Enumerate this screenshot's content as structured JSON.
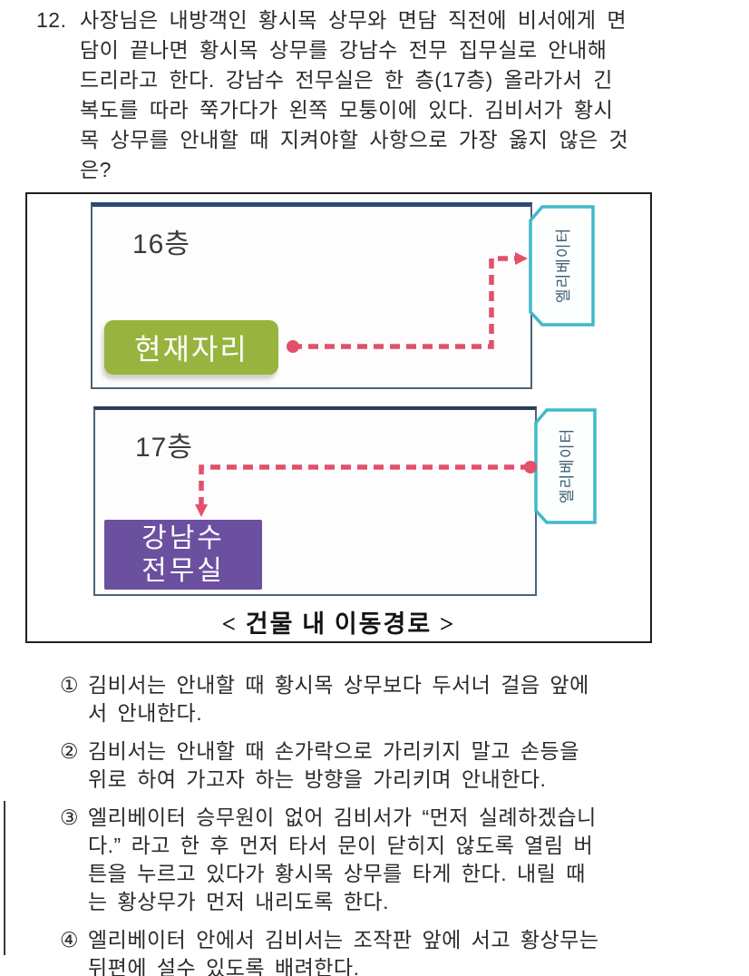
{
  "question": {
    "number": "12.",
    "lines": [
      "사장님은 내방객인 황시목 상무와 면담 직전에 비서에게 면",
      "담이 끝나면 황시목 상무를 강남수 전무 집무실로 안내해",
      "드리라고 한다. 강남수 전무실은 한 층(17층) 올라가서 긴",
      "복도를 따라 쭉가다가 왼쪽 모퉁이에 있다. 김비서가 황시",
      "목 상무를 안내할 때 지켜야할 사항으로 가장 옳지 않은 것",
      "은?"
    ]
  },
  "figure": {
    "caption": "< 건물 내 이동경로 >",
    "floor16": {
      "label": "16층",
      "room": "현재자리",
      "elevator": "엘리베이터"
    },
    "floor17": {
      "label": "17층",
      "room_lines": [
        "강남수",
        "전무실"
      ],
      "elevator": "엘리베이터"
    },
    "colors": {
      "route_red": "#e2506a",
      "current_green": "#99b43e",
      "dest_purple": "#6b50a0",
      "elevator_teal": "#3fbac9",
      "floor_border": "#4c6379",
      "floor_top_border": "#2c4a72"
    }
  },
  "options": [
    {
      "num": "①",
      "lines": [
        "김비서는 안내할 때 황시목 상무보다 두서너 걸음 앞에",
        "서 안내한다."
      ]
    },
    {
      "num": "②",
      "lines": [
        "김비서는 안내할 때 손가락으로 가리키지 말고 손등을",
        "위로 하여 가고자 하는 방향을 가리키며 안내한다."
      ]
    },
    {
      "num": "③",
      "lines": [
        "엘리베이터 승무원이 없어 김비서가 “먼저 실례하겠습니",
        "다.” 라고 한 후 먼저 타서 문이 닫히지 않도록 열림 버",
        "튼을 누르고 있다가 황시목 상무를 타게 한다. 내릴 때",
        "는 황상무가 먼저 내리도록 한다."
      ]
    },
    {
      "num": "④",
      "lines": [
        "엘리베이터 안에서 김비서는 조작판 앞에 서고 황상무는",
        "뒤편에 설수 있도록 배려한다."
      ]
    }
  ]
}
